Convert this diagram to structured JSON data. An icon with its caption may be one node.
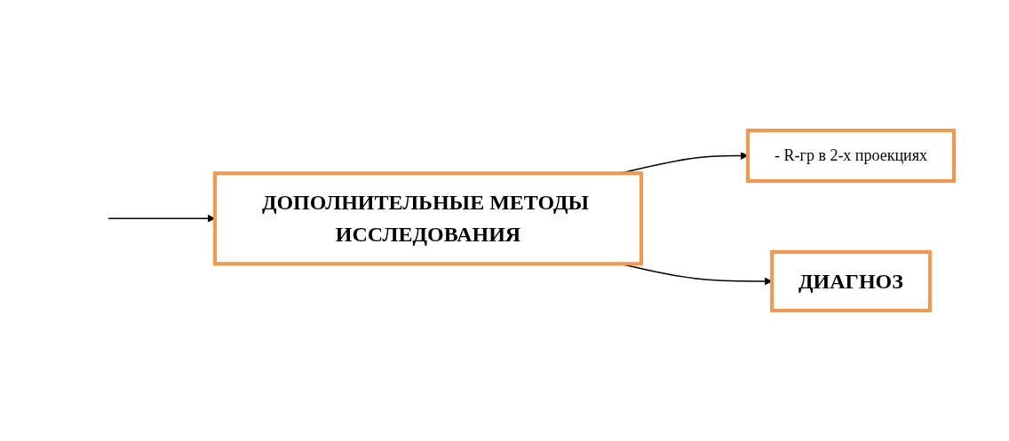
{
  "diagram": {
    "nodes": [
      {
        "text": [
          "ДОПОЛНИТЕЛЬНЫЕ МЕТОДЫ ИССЛЕДОВАНИЯ"
        ]
      },
      {
        "text": [
          "- R-гр в 2-х проекциях"
        ]
      },
      {
        "text": [
          "ДИАГНОЗ"
        ]
      }
    ],
    "edges": [
      {
        "from": null,
        "to": 0,
        "arrow": "to"
      },
      {
        "from": 0,
        "to": 1,
        "arrow": "to"
      },
      {
        "from": 0,
        "to": 2,
        "arrow": "to"
      }
    ]
  }
}
